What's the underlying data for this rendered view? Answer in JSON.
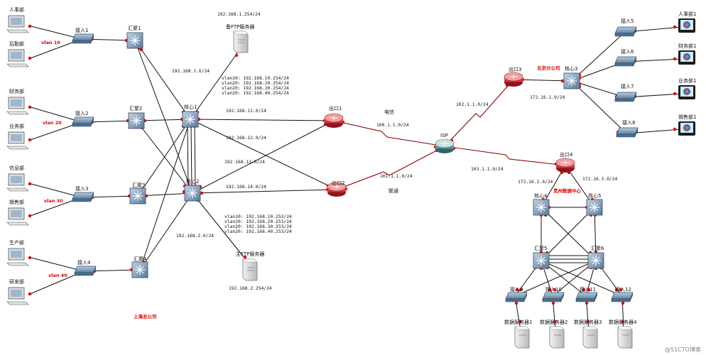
{
  "nodes": {
    "pc_hr": "人事部",
    "pc_logistics": "后勤部",
    "pc_finance": "财务部",
    "pc_business": "业务部",
    "pc_info": "信息部",
    "pc_sales": "销售部",
    "pc_production": "生产部",
    "pc_rnd": "研发部",
    "acc1": "接入1",
    "acc2": "接入2",
    "acc3": "接入3",
    "acc4": "接入4",
    "agg1": "汇聚1",
    "agg2": "汇聚2",
    "agg3": "汇聚3",
    "agg4": "汇聚4",
    "core1": "核心1",
    "core2": "核心2",
    "ftp_main": "主FTP服务器",
    "ftp_backup": "备FTP服务器",
    "exit1": "出口1",
    "exit2": "出口2",
    "isp": "ISP",
    "exit3": "出口3",
    "exit4": "出口4",
    "core3": "核心3",
    "acc5": "接入5",
    "acc6": "接入6",
    "acc7": "接入7",
    "acc8": "接入8",
    "pc_hr1": "人事部1",
    "pc_finance1": "财务部1",
    "pc_business1": "业务部1",
    "pc_sales1": "销售部1",
    "core4": "核心4",
    "core5": "核心5",
    "agg5": "汇聚5",
    "agg6": "汇聚6",
    "acc9": "接入9",
    "acc10": "接入10",
    "acc11": "接入11",
    "acc12": "接入12",
    "srv1": "数据服务器1",
    "srv2": "数据服务器2",
    "srv3": "数据服务器3",
    "srv4": "数据服务器4"
  },
  "vlans": {
    "v10": "vlan 10",
    "v20": "vlan 20",
    "v30": "vlan 30",
    "v40": "vlan 40"
  },
  "sites": {
    "shanghai": "上海总公司",
    "beijing": "北京分公司",
    "guizhou": "贵州数据中心"
  },
  "carriers": {
    "telecom": "电信",
    "unicom": "联通"
  },
  "networks": {
    "n_ftp_top": "192.168.1.254/24",
    "n_core1_net": "192.168.1.0/24",
    "core1_vlans": [
      "vlan10: 192.168.10.254/24",
      "vlan20: 192.168.20.254/24",
      "vlan20: 192.168.30.254/24",
      "vlan20: 192.168.40.254/24"
    ],
    "n11": "192.168.11.0/24",
    "n12": "192.168.12.0/24",
    "n13": "192.168.13.0/24",
    "n14": "192.168.14.0/24",
    "core2_vlans": [
      "vlan10: 192.168.10.253/24",
      "vlan20: 192.168.20.253/24",
      "vlan20: 192.168.30.253/24",
      "vlan20: 192.168.40.253/24"
    ],
    "n_core2_net": "192.168.2.0/24",
    "n_ftp_bottom": "192.168.2.254/24",
    "n_telecom": "100.1.1.0/24",
    "n_unicom": "101.1.1.0/24",
    "n_bj": "102.1.1.0/24",
    "n_gz": "103.1.1.0/24",
    "n_bj_core": "172.16.1.0/24",
    "n_gz_c4": "172.16.2.0/24",
    "n_gz_c5": "172.16.3.0/24"
  },
  "watermark": "@51CTO博客",
  "colors": {
    "link": "#111111",
    "wan_link": "#8b0000",
    "port": "#e00000",
    "switch": "#4a6f8f",
    "router": "#c2262e",
    "label_red": "#e00000"
  }
}
